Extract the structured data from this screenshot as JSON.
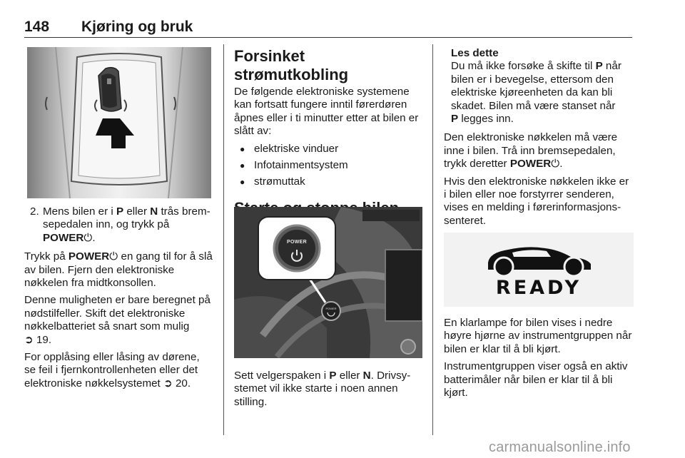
{
  "header": {
    "page_number": "148",
    "chapter": "Kjøring og bruk"
  },
  "col1": {
    "step_number": "2.",
    "step_text_a": "Mens bilen er i ",
    "step_P": "P",
    "step_text_b": " eller ",
    "step_N": "N",
    "step_text_c": " trås brem-sepedalen inn, og trykk på",
    "step_power": "POWER",
    "step_end": ".",
    "p1_a": "Trykk på ",
    "p1_power": "POWER",
    "p1_b": " en gang til for å slå av bilen. Fjern den elektroniske nøkkelen fra midtkonsollen.",
    "p2_a": "Denne muligheten er bare beregnet på nødstilfeller. Skift det elektroniske nøkkelbatteriet så snart som mulig",
    "p2_ref": "19.",
    "p3_a": "For opplåsing eller låsing av dørene, se feil i fjernkontrollenheten eller det elektroniske nøkkelsystemet",
    "p3_ref": "20."
  },
  "col2": {
    "heading1": "Forsinket strømutkobling",
    "intro": "De følgende elektroniske systemene kan fortsatt fungere inntil førerdøren åpnes eller i ti minutter etter at bilen er slått av:",
    "bullets": [
      "elektriske vinduer",
      "Infotainmentsystem",
      "strømuttak"
    ],
    "heading2": "Starte og stoppe bilen",
    "fig_power_label": "POWER",
    "after_a": "Sett velgerspaken i ",
    "after_P": "P",
    "after_b": " eller ",
    "after_N": "N",
    "after_c": ". Drivsy-stemet vil ikke starte i noen annen stilling."
  },
  "col3": {
    "note_title": "Les dette",
    "note_a": "Du må ikke forsøke å skifte til ",
    "note_P1": "P",
    "note_b": " når bilen er i bevegelse, ettersom den elektriske kjøreenheten da kan bli skadet. Bilen må være stanset når",
    "note_P2": "P",
    "note_c": " legges inn.",
    "p1_a": "Den elektroniske nøkkelen må være inne i bilen. Trå inn bremsepedalen, trykk deretter ",
    "p1_power": "POWER",
    "p1_end": ".",
    "p2": "Hvis den elektroniske nøkkelen ikke er i bilen eller noe forstyrrer senderen, vises en melding i førerinformasjons-senteret.",
    "ready_label": "READY",
    "p3": "En klarlampe for bilen vises i nedre høyre hjørne av instrumentgruppen når bilen er klar til å bli kjørt.",
    "p4": "Instrumentgruppen viser også en aktiv batterimåler når bilen er klar til å bli kjørt."
  },
  "watermark": "carmanualsonline.info"
}
